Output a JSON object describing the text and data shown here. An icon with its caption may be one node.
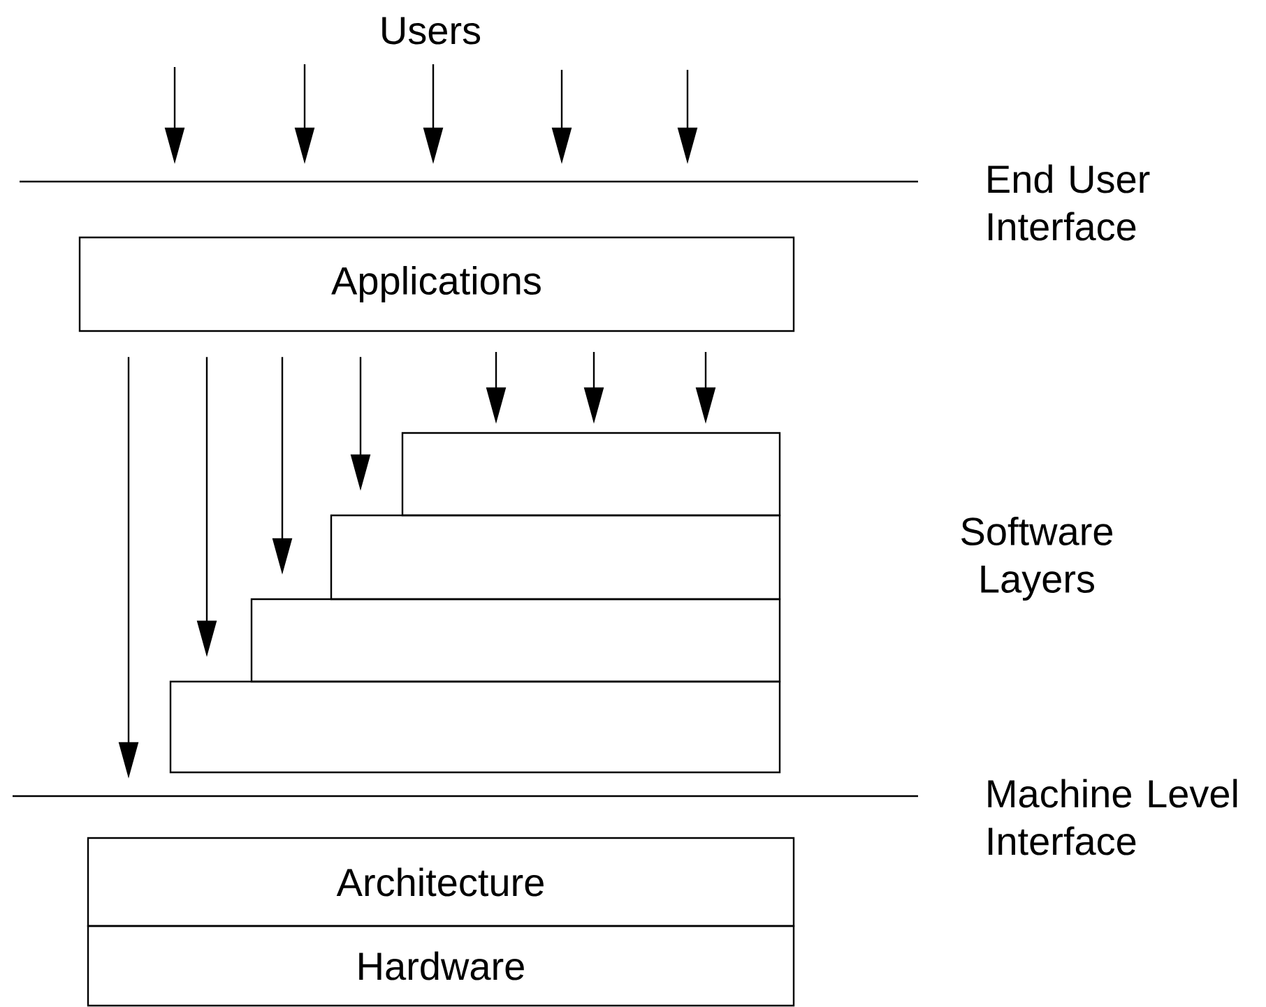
{
  "diagram": {
    "nodes": [
      {
        "text": [
          "End User Interface"
        ]
      },
      {
        "text": [
          "Applications"
        ]
      },
      {
        "text": [],
        "shape": "box"
      },
      {
        "text": [],
        "shape": "box"
      },
      {
        "text": [],
        "shape": "box"
      },
      {
        "text": [],
        "shape": "box"
      },
      {
        "text": [
          "Machine Level Interface"
        ]
      },
      {
        "text": [
          "Architecture"
        ]
      },
      {
        "text": [
          "Hardware"
        ]
      }
    ],
    "edges": [
      {
        "from": null,
        "to": 0,
        "arrow": "to"
      },
      {
        "from": null,
        "to": 0,
        "arrow": "to"
      },
      {
        "from": null,
        "to": 0,
        "arrow": "to"
      },
      {
        "from": null,
        "to": 0,
        "arrow": "to"
      },
      {
        "from": null,
        "to": 0,
        "arrow": "to"
      },
      {
        "from": 1,
        "to": 6,
        "arrow": "to"
      },
      {
        "from": 1,
        "to": 5,
        "arrow": "to"
      },
      {
        "from": 1,
        "to": 4,
        "arrow": "to"
      },
      {
        "from": 1,
        "to": 3,
        "arrow": "to"
      },
      {
        "from": null,
        "to": 2,
        "arrow": "to"
      },
      {
        "from": null,
        "to": 2,
        "arrow": "to"
      },
      {
        "from": null,
        "to": 2,
        "arrow": "to"
      }
    ],
    "labels": [
      "Users",
      "Software Layers"
    ]
  }
}
